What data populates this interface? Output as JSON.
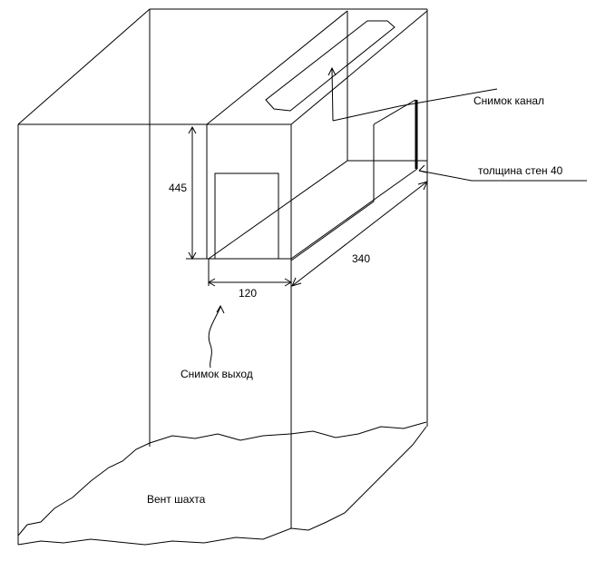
{
  "labels": {
    "channel": "Снимок канал",
    "wall_thickness": "толщина стен 40",
    "height_dim": "445",
    "width_dim": "120",
    "depth_dim": "340",
    "outlet": "Снимок выход",
    "shaft": "Вент шахта"
  }
}
